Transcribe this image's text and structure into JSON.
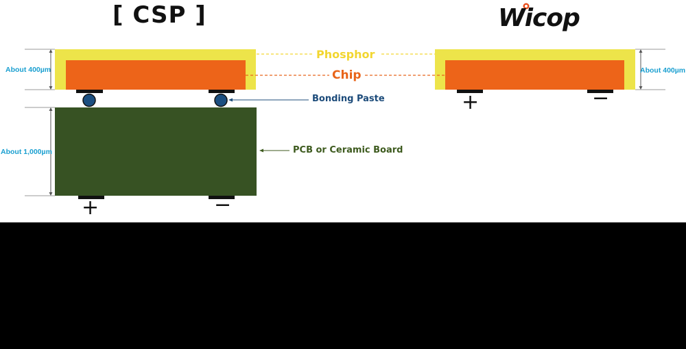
{
  "titles": {
    "csp": "[ CSP ]",
    "wicop": "Wicop"
  },
  "callouts": {
    "phosphor": "Phosphor",
    "chip": "Chip",
    "bonding_paste": "Bonding Paste",
    "board": "PCB or Ceramic Board"
  },
  "dimensions": {
    "csp_package": "About 400µm",
    "csp_board": "About 1,000µm",
    "wicop_package": "About 400µm"
  },
  "terminals": {
    "positive": "+",
    "negative": "−"
  },
  "colors": {
    "phosphor": "#ede44a",
    "chip": "#ed6419",
    "board": "#375223",
    "bonding_paste": "#1c4f80",
    "phosphor_text": "#f2d630",
    "chip_text": "#e8641a",
    "bonding_text": "#1c4b7a",
    "board_text": "#3d5a1e",
    "dimension_text": "#1a9fd0"
  }
}
